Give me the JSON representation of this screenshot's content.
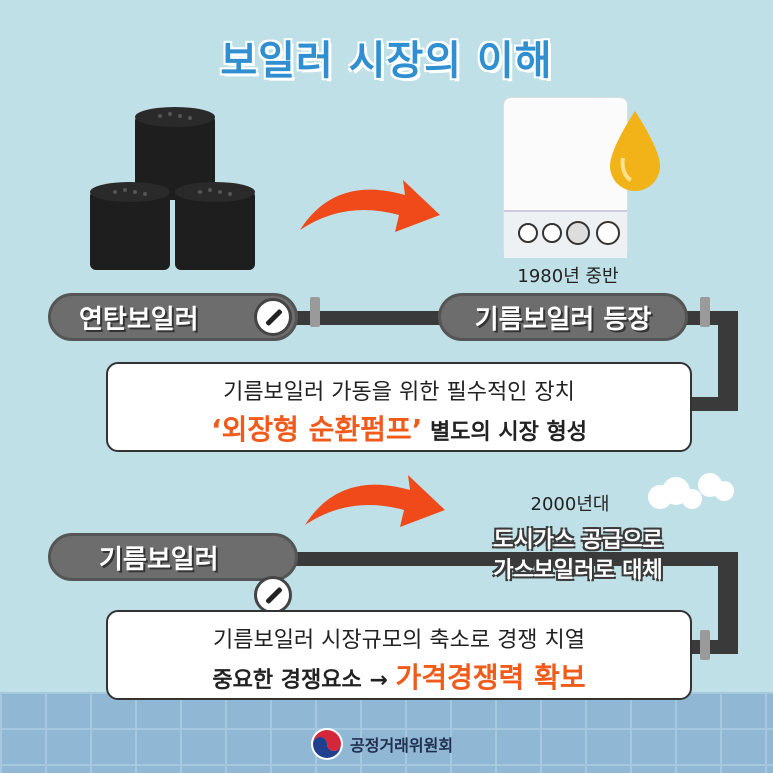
{
  "title": "보일러 시장의 이해",
  "stage1": {
    "pill_left": "연탄보일러",
    "pill_right": "기름보일러 등장",
    "date": "1980년 중반",
    "box_line1": "기름보일러 가동을 위한 필수적인 장치",
    "box_quote_open": "‘",
    "box_highlight": "외장형 순환펌프",
    "box_quote_close": "’",
    "box_suffix": "별도의 시장 형성"
  },
  "stage2": {
    "pill_left": "기름보일러",
    "date": "2000년대",
    "change_line1": "도시가스 공급으로",
    "change_line2": "가스보일러로 대체",
    "box_line1": "기름보일러 시장규모의 축소로 경쟁 치열",
    "box_prefix": "중요한 경쟁요소",
    "box_arrow": "→",
    "box_highlight": "가격경쟁력 확보"
  },
  "footer": {
    "logo_text": "공정거래위원회"
  },
  "colors": {
    "background": "#bfe0e6",
    "title": "#2f8fd0",
    "pipe": "#3a3a3a",
    "accent": "#f05a1a",
    "floor": "#90b8d4"
  },
  "icons": [
    "coal-briquette-icon",
    "arrow-curve-icon",
    "boiler-icon",
    "oil-drop-icon",
    "valve-icon",
    "steam-cloud-icon",
    "government-emblem-icon"
  ]
}
